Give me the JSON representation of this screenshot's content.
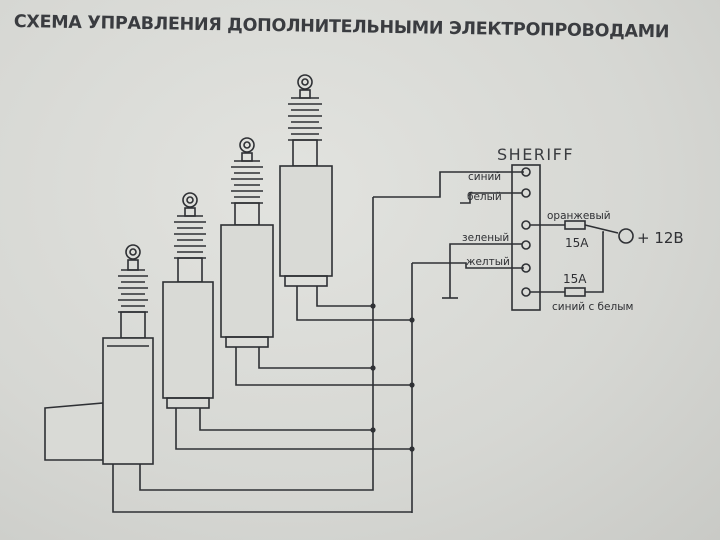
{
  "title": "СХЕМА УПРАВЛЕНИЯ ДОПОЛНИТЕЛЬНЫМИ ЭЛЕКТРОПРОВОДАМИ",
  "module": {
    "name": "SHERIFF",
    "wires": {
      "blue": "синий",
      "white": "белый",
      "orange": "оранжевый",
      "green": "зеленый",
      "yellow": "желтый",
      "blue_white": "синий с белым"
    }
  },
  "fuses": [
    {
      "label": "15A"
    },
    {
      "label": "15A"
    }
  ],
  "power": {
    "label": "+ 12В"
  }
}
